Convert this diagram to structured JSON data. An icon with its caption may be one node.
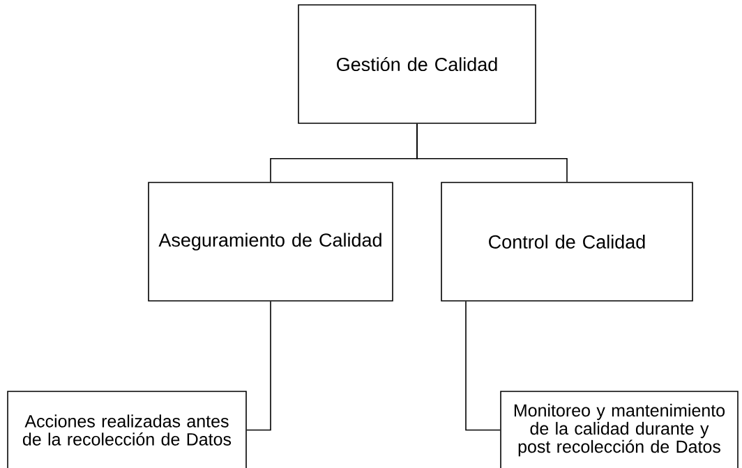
{
  "diagram": {
    "nodes": [
      {
        "text": [
          "Gestión de Calidad"
        ]
      },
      {
        "text": [
          "Aseguramiento de Calidad"
        ]
      },
      {
        "text": [
          "Control de Calidad"
        ]
      },
      {
        "text": [
          "Acciones realizadas antes de la recolección de Datos"
        ]
      },
      {
        "text": [
          "Monitoreo y mantenimiento de la calidad durante y post recolección de Datos"
        ]
      }
    ],
    "edges": [
      {
        "from": 0,
        "to": 1,
        "arrow": "none"
      },
      {
        "from": 0,
        "to": 2,
        "arrow": "none"
      },
      {
        "from": 1,
        "to": 3,
        "arrow": "none"
      },
      {
        "from": 2,
        "to": 4,
        "arrow": "none"
      }
    ]
  }
}
